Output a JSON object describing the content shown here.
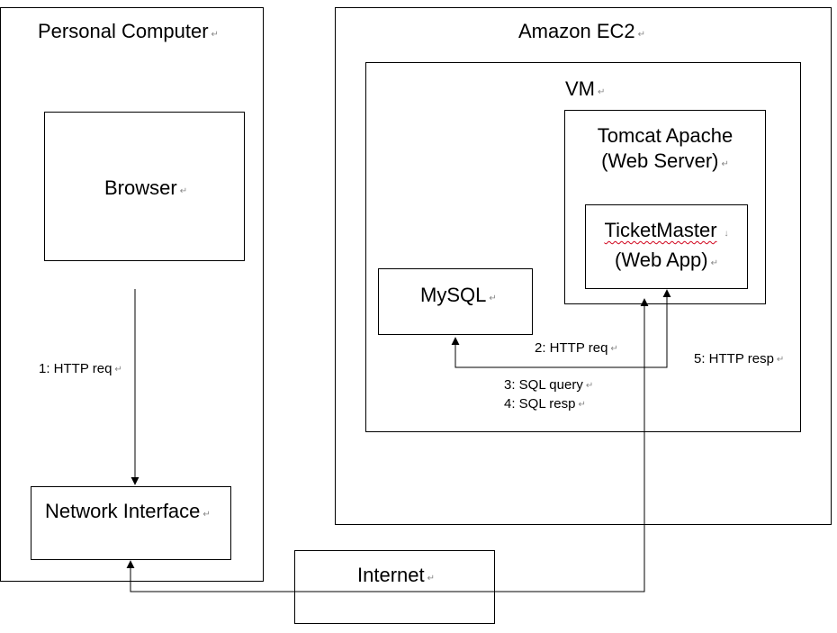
{
  "containers": {
    "personal_computer": "Personal Computer",
    "amazon_ec2": "Amazon EC2",
    "vm": "VM",
    "tomcat_line1": "Tomcat Apache",
    "tomcat_line2": "(Web Server)"
  },
  "components": {
    "browser": "Browser",
    "network_interface": "Network Interface",
    "mysql": "MySQL",
    "ticketmaster_line1": "TicketMaster",
    "ticketmaster_line2": "(Web App)",
    "internet": "Internet"
  },
  "edges": {
    "http_req_1": "1: HTTP req",
    "http_req_2": "2: HTTP req",
    "sql_query_3": "3: SQL query",
    "sql_resp_4": "4: SQL resp",
    "http_resp_5": "5: HTTP resp"
  },
  "marks": {
    "paragraph": "↵",
    "arrow_down": "↓"
  }
}
